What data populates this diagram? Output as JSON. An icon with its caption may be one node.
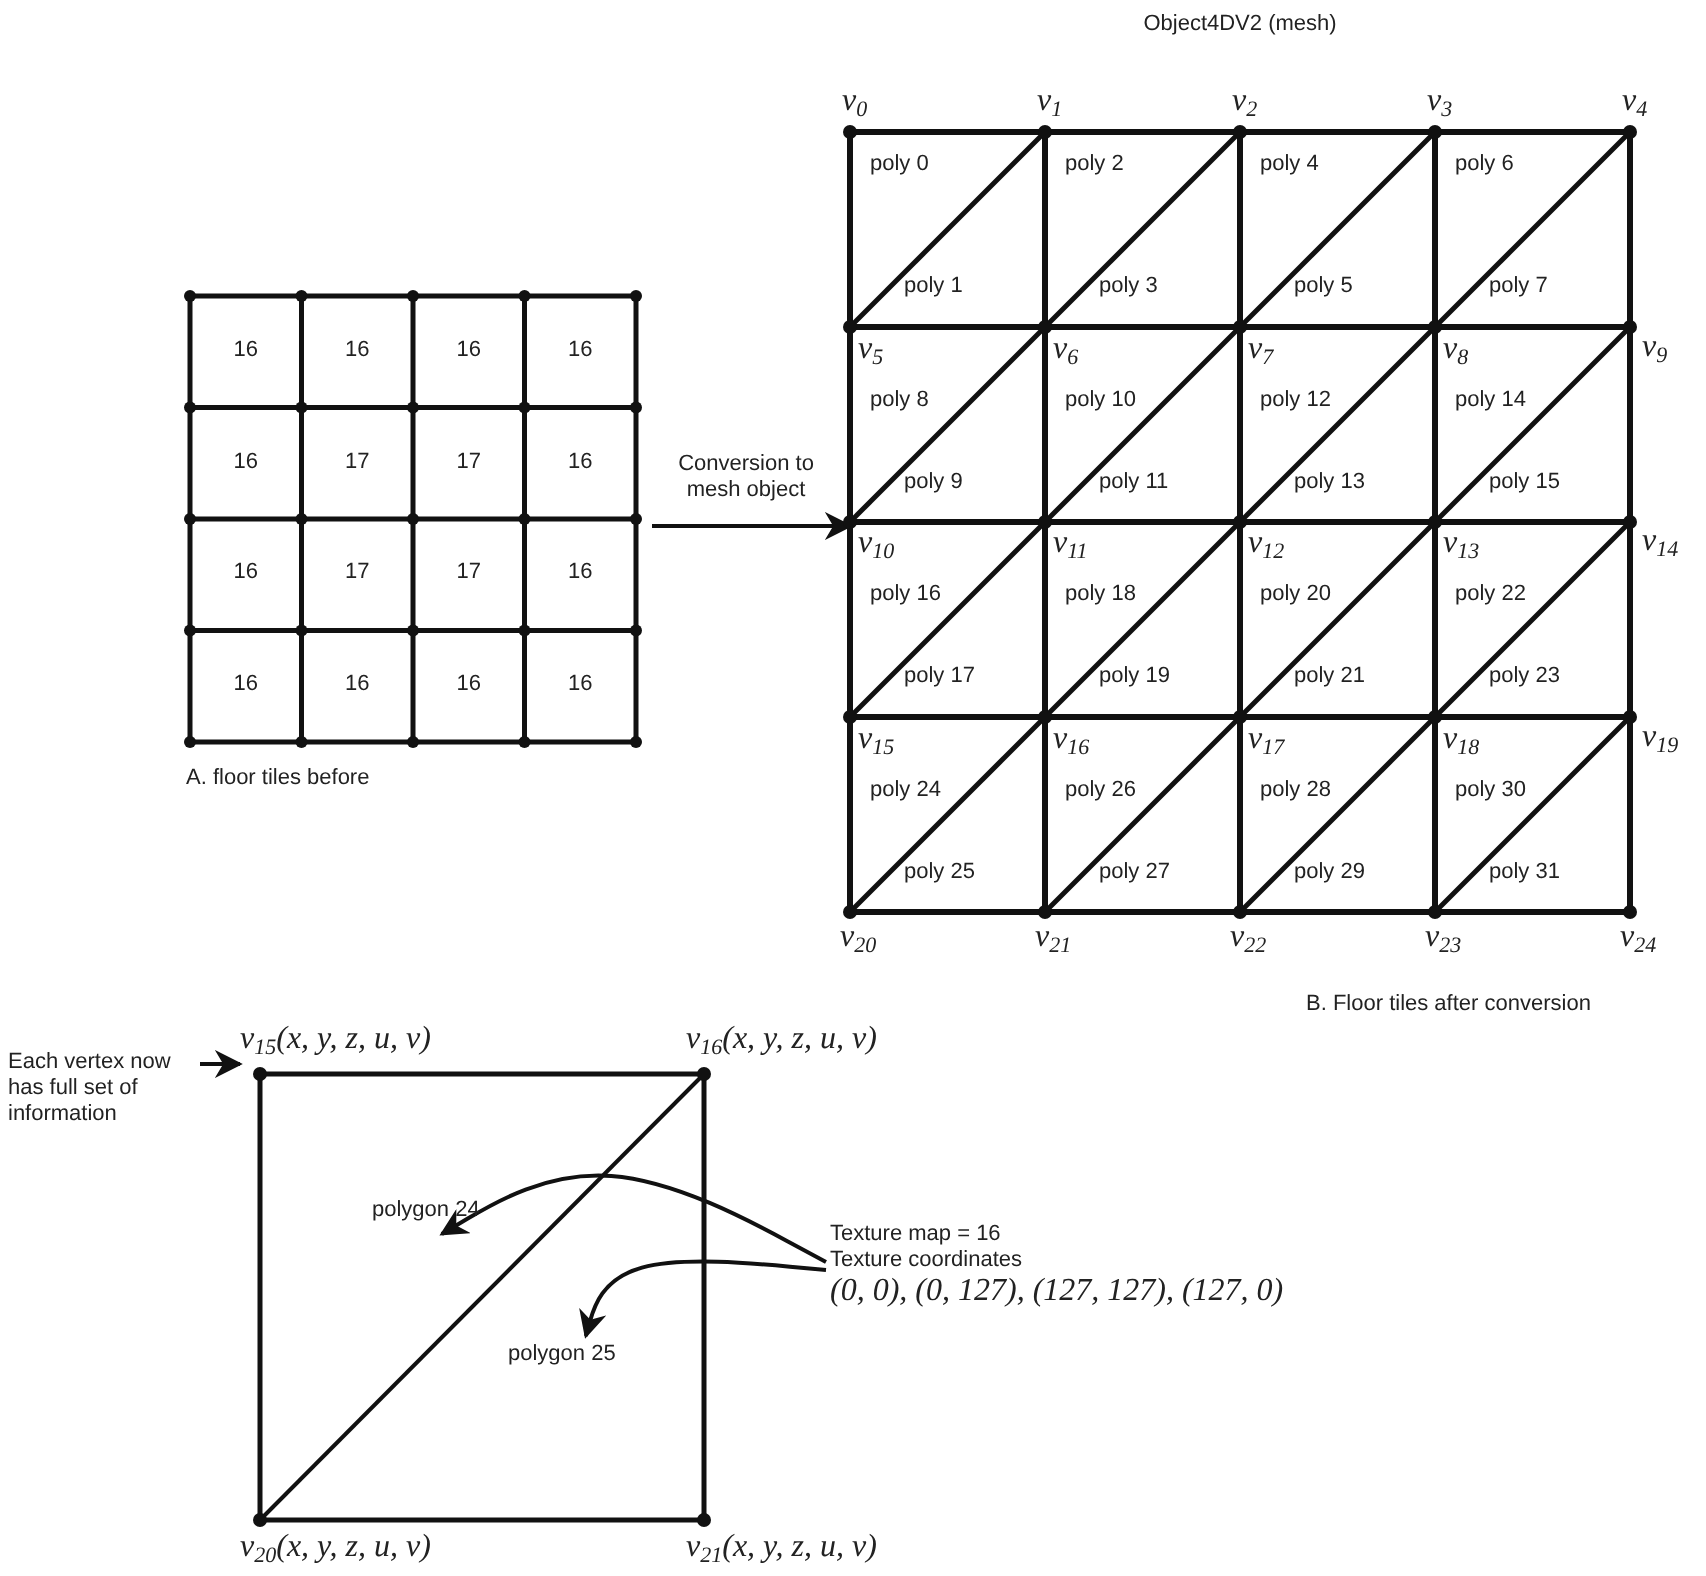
{
  "diagram": {
    "nodes": [
      {
        "text": [],
        "shape": "picture"
      },
      {
        "text": [],
        "shape": "picture"
      },
      {
        "text": [
          "Each vertex now has full set of information"
        ]
      },
      {
        "text": [
          "v$_{15}$(x, y, z, u, v)"
        ]
      },
      {
        "text": [],
        "shape": "box"
      },
      {
        "text": [
          "polygon 24"
        ],
        "in": 4
      },
      {
        "text": [
          "polygon 25"
        ],
        "in": 4
      },
      {
        "text": [
          "Texture map = 16 Texture coordinates",
          "(0, 0), (0, 127), (127, 127), (127, 0)"
        ]
      }
    ],
    "edges": [
      {
        "from": 0,
        "to": 1,
        "arrow": "to",
        "label": "Conversion to mesh object"
      },
      {
        "from": 2,
        "to": 3,
        "arrow": "to"
      },
      {
        "from": 7,
        "to": 5,
        "arrow": "to"
      },
      {
        "from": 7,
        "to": 6,
        "arrow": "to"
      }
    ],
    "labels": [
      "16",
      "16",
      "16",
      "16",
      "16",
      "17",
      "17",
      "16",
      "16",
      "17",
      "17",
      "16",
      "16",
      "16",
      "16",
      "16",
      "v$_{0}$",
      "v$_{1}$",
      "v$_{2}$",
      "v$_{3}$",
      "v$_{4}$",
      "poly 0",
      "poly 2",
      "poly 4",
      "poly 6",
      "poly 1",
      "poly 3",
      "poly 5",
      "poly 7",
      "v$_{5}$",
      "v$_{6}$",
      "v$_{7}$",
      "v$_{8}$",
      "v$_{9}$",
      "poly 8",
      "poly 10",
      "poly 12",
      "poly 14",
      "poly 9",
      "poly 11",
      "poly 13",
      "poly 15",
      "v$_{10}$",
      "v$_{11}$",
      "v$_{12}$",
      "v$_{13}$",
      "v$_{14}$",
      "poly 16",
      "poly 18",
      "poly 20",
      "poly 22",
      "poly 17",
      "poly 19",
      "poly 21",
      "poly 23",
      "v$_{15}$",
      "v$_{16}$",
      "v$_{17}$",
      "v$_{18}$",
      "v$_{19}$",
      "poly 24",
      "poly 26",
      "poly 28",
      "poly 30",
      "poly 25",
      "poly 27",
      "poly 29",
      "poly 31",
      "v$_{20}$",
      "v$_{21}$",
      "v$_{22}$",
      "v$_{23}$",
      "v$_{24}$",
      "v$_{16}$(x, y, z, u, v)",
      "v$_{20}$(x, y, z, u, v)",
      "v$_{21}$(x, y, z, u, v)",
      "Object4DV2 (mesh)",
      "A. floor tiles before",
      "B. Floor tiles after conversion"
    ]
  }
}
